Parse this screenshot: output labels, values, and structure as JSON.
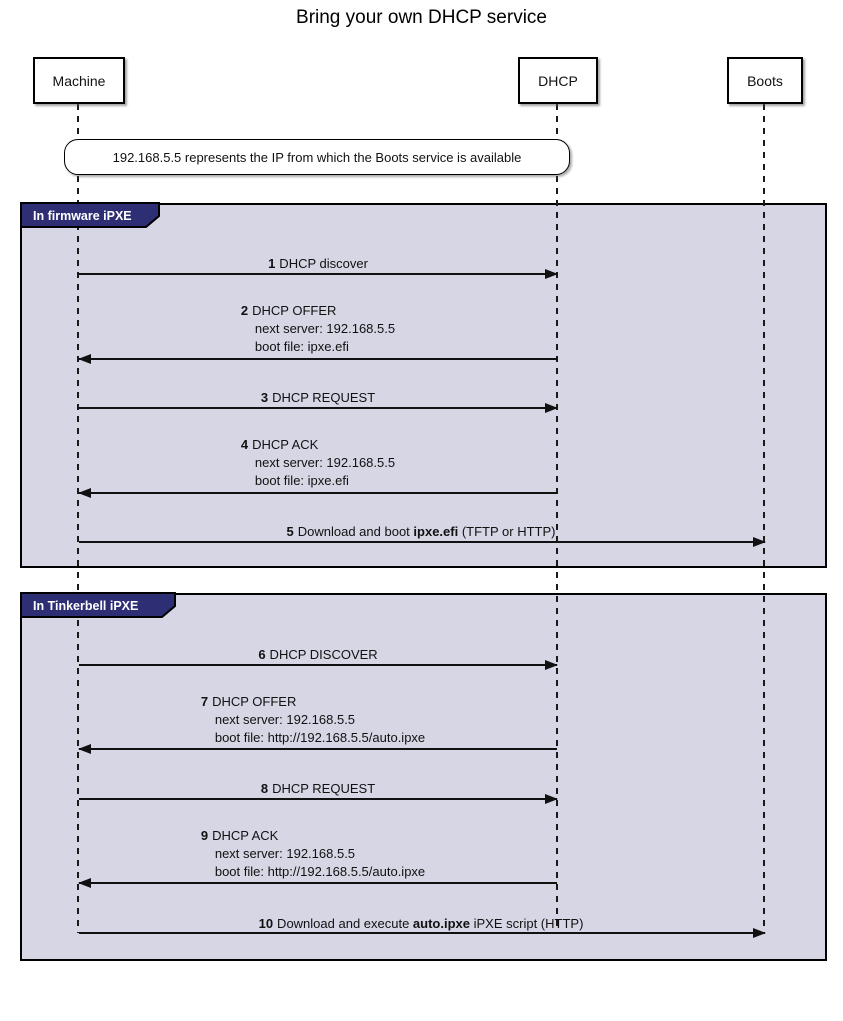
{
  "diagram_title": "Bring your own DHCP service",
  "participants": [
    {
      "label": "Machine"
    },
    {
      "label": "DHCP"
    },
    {
      "label": "Boots"
    }
  ],
  "note": {
    "text": "192.168.5.5 represents the IP from which the Boots service is available"
  },
  "groups": [
    {
      "label": "In firmware iPXE",
      "messages": [
        {
          "num": "1",
          "title": "DHCP discover",
          "from": "Machine",
          "to": "DHCP"
        },
        {
          "num": "2",
          "title": "DHCP OFFER",
          "detail1": "next server: 192.168.5.5",
          "detail2": "boot file: ipxe.efi",
          "from": "DHCP",
          "to": "Machine"
        },
        {
          "num": "3",
          "title": "DHCP REQUEST",
          "from": "Machine",
          "to": "DHCP"
        },
        {
          "num": "4",
          "title": "DHCP ACK",
          "detail1": "next server: 192.168.5.5",
          "detail2": "boot file: ipxe.efi",
          "from": "DHCP",
          "to": "Machine"
        },
        {
          "num": "5",
          "prefix": "Download and boot ",
          "emphasis": "ipxe.efi",
          "suffix": " (TFTP or HTTP)",
          "from": "Machine",
          "to": "Boots"
        }
      ]
    },
    {
      "label": "In Tinkerbell iPXE",
      "messages": [
        {
          "num": "6",
          "title": "DHCP DISCOVER",
          "from": "Machine",
          "to": "DHCP"
        },
        {
          "num": "7",
          "title": "DHCP OFFER",
          "detail1": "next server: 192.168.5.5",
          "detail2": "boot file: http://192.168.5.5/auto.ipxe",
          "from": "DHCP",
          "to": "Machine"
        },
        {
          "num": "8",
          "title": "DHCP REQUEST",
          "from": "Machine",
          "to": "DHCP"
        },
        {
          "num": "9",
          "title": "DHCP ACK",
          "detail1": "next server: 192.168.5.5",
          "detail2": "boot file: http://192.168.5.5/auto.ipxe",
          "from": "DHCP",
          "to": "Machine"
        },
        {
          "num": "10",
          "prefix": "Download and execute ",
          "emphasis": "auto.ipxe",
          "suffix": " iPXE script (HTTP)",
          "from": "Machine",
          "to": "Boots"
        }
      ]
    }
  ],
  "colors": {
    "group_background": "#d6d6e5",
    "group_label_background": "#2e2e75",
    "group_label_text": "#ffffff",
    "frame_border": "#000000",
    "lifeline": "#1a1a1a"
  }
}
